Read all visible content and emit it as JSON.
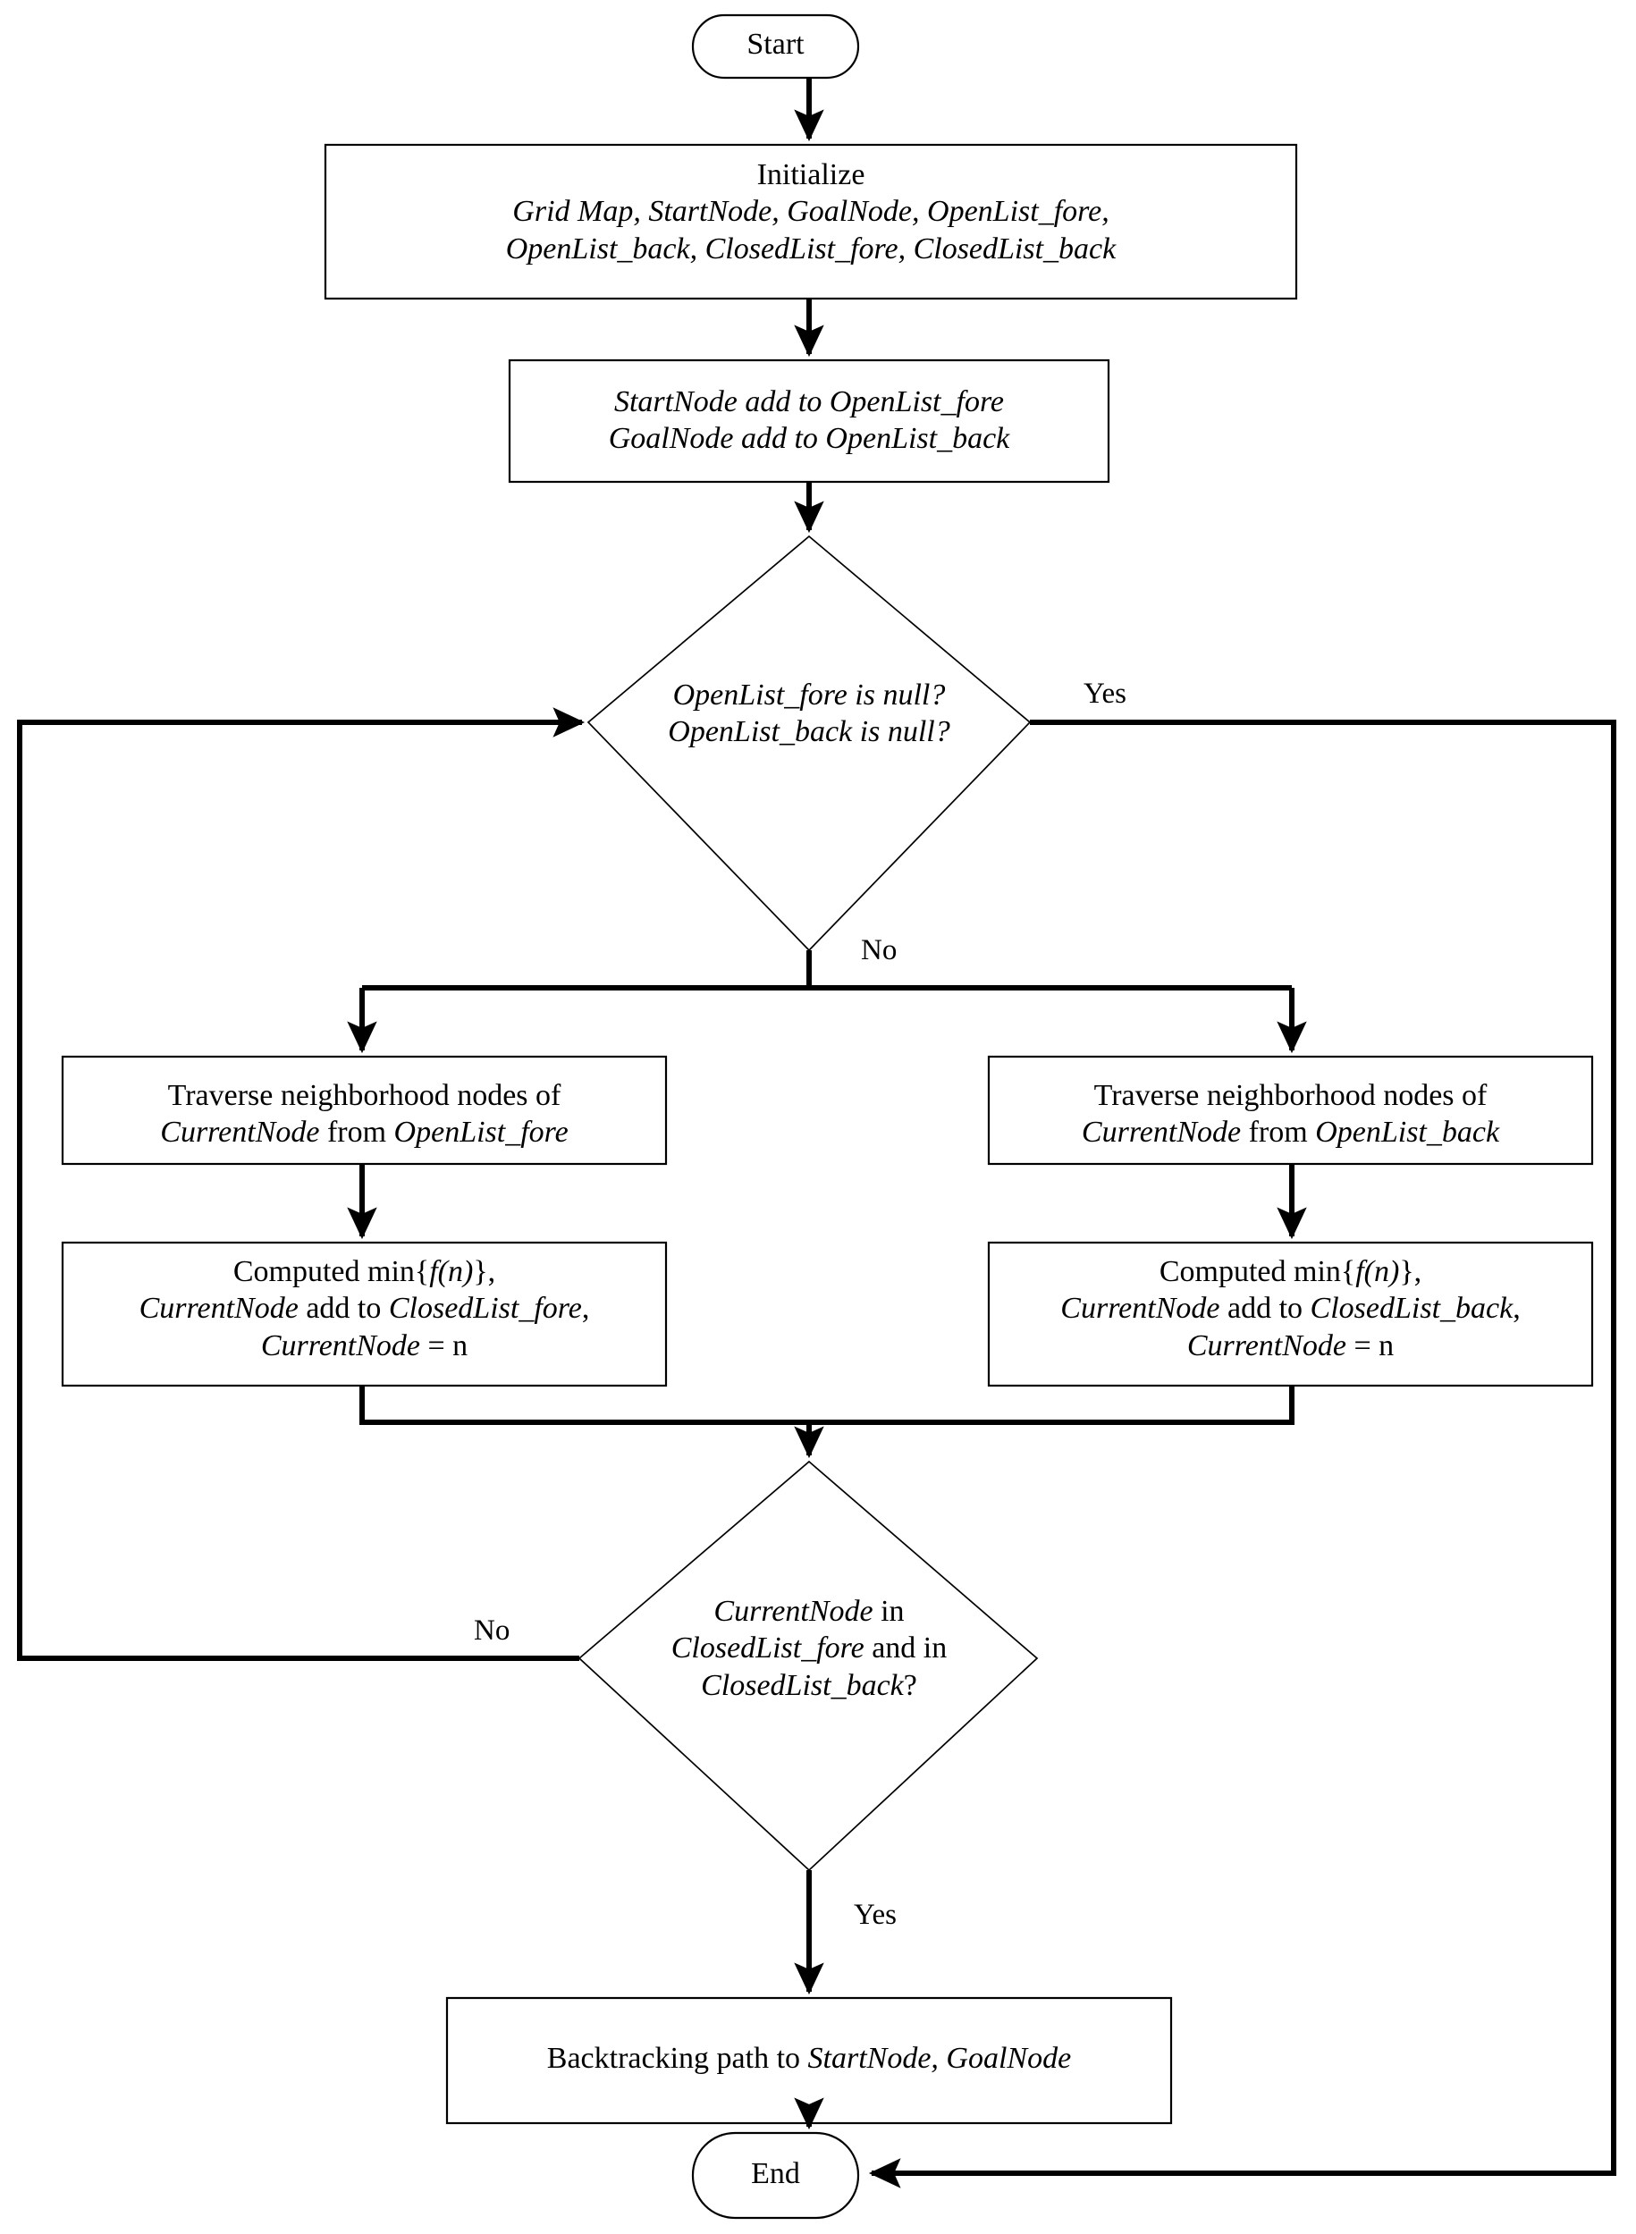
{
  "diagram": {
    "title": "Bidirectional A* path planning flowchart",
    "type": "flowchart",
    "background_color": "#ffffff",
    "line_color": "#000000",
    "text_color": "#000000"
  },
  "nodes": {
    "start": {
      "shape": "terminator",
      "label": "Start"
    },
    "initialize": {
      "shape": "process",
      "line1_roman": "Initialize",
      "line2_italic": "Grid Map, StartNode, GoalNode, OpenList_fore,",
      "line3_italic": "OpenList_back, ClosedList_fore, ClosedList_back"
    },
    "add_to_open": {
      "shape": "process",
      "line1_italic": "StartNode add to OpenList_fore",
      "line2_italic": "GoalNode add to OpenList_back"
    },
    "decision_open_null": {
      "shape": "decision",
      "line1_italic": "OpenList_fore is null?",
      "line2_italic": "OpenList_back is null?"
    },
    "traverse_fore": {
      "shape": "process",
      "line1_roman": "Traverse neighborhood nodes of",
      "line2_italic_a": "CurrentNode",
      "line2_roman_b": " from ",
      "line2_italic_c": "OpenList_fore"
    },
    "traverse_back": {
      "shape": "process",
      "line1_roman": "Traverse neighborhood nodes of",
      "line2_italic_a": "CurrentNode",
      "line2_roman_b": " from ",
      "line2_italic_c": "OpenList_back"
    },
    "computed_fore": {
      "shape": "process",
      "line1_roman_a": "Computed min{",
      "line1_italic_b": "f(n)",
      "line1_roman_c": "},",
      "line2_italic_a": "CurrentNode",
      "line2_roman_b": " add to ",
      "line2_italic_c": "ClosedList_fore",
      "line2_roman_d": ",",
      "line3_italic_a": "CurrentNode",
      "line3_roman_b": " = n"
    },
    "computed_back": {
      "shape": "process",
      "line1_roman_a": "Computed min{",
      "line1_italic_b": "f(n)",
      "line1_roman_c": "},",
      "line2_italic_a": "CurrentNode",
      "line2_roman_b": " add to ",
      "line2_italic_c": "ClosedList_back",
      "line2_roman_d": ",",
      "line3_italic_a": "CurrentNode",
      "line3_roman_b": " = n"
    },
    "decision_closed": {
      "shape": "decision",
      "line1_italic_a": "CurrentNode",
      "line1_roman_b": " in",
      "line2_italic_a": "ClosedList_fore",
      "line2_roman_b": " and in",
      "line3_italic_a": "ClosedList_back",
      "line3_roman_b": "?"
    },
    "backtracking": {
      "shape": "process",
      "roman_a": "Backtracking path to ",
      "italic_b": "StartNode, GoalNode"
    },
    "end": {
      "shape": "terminator",
      "label": "End"
    }
  },
  "edge_labels": {
    "decision1_yes": "Yes",
    "decision1_no": "No",
    "decision2_no": "No",
    "decision2_yes": "Yes"
  }
}
